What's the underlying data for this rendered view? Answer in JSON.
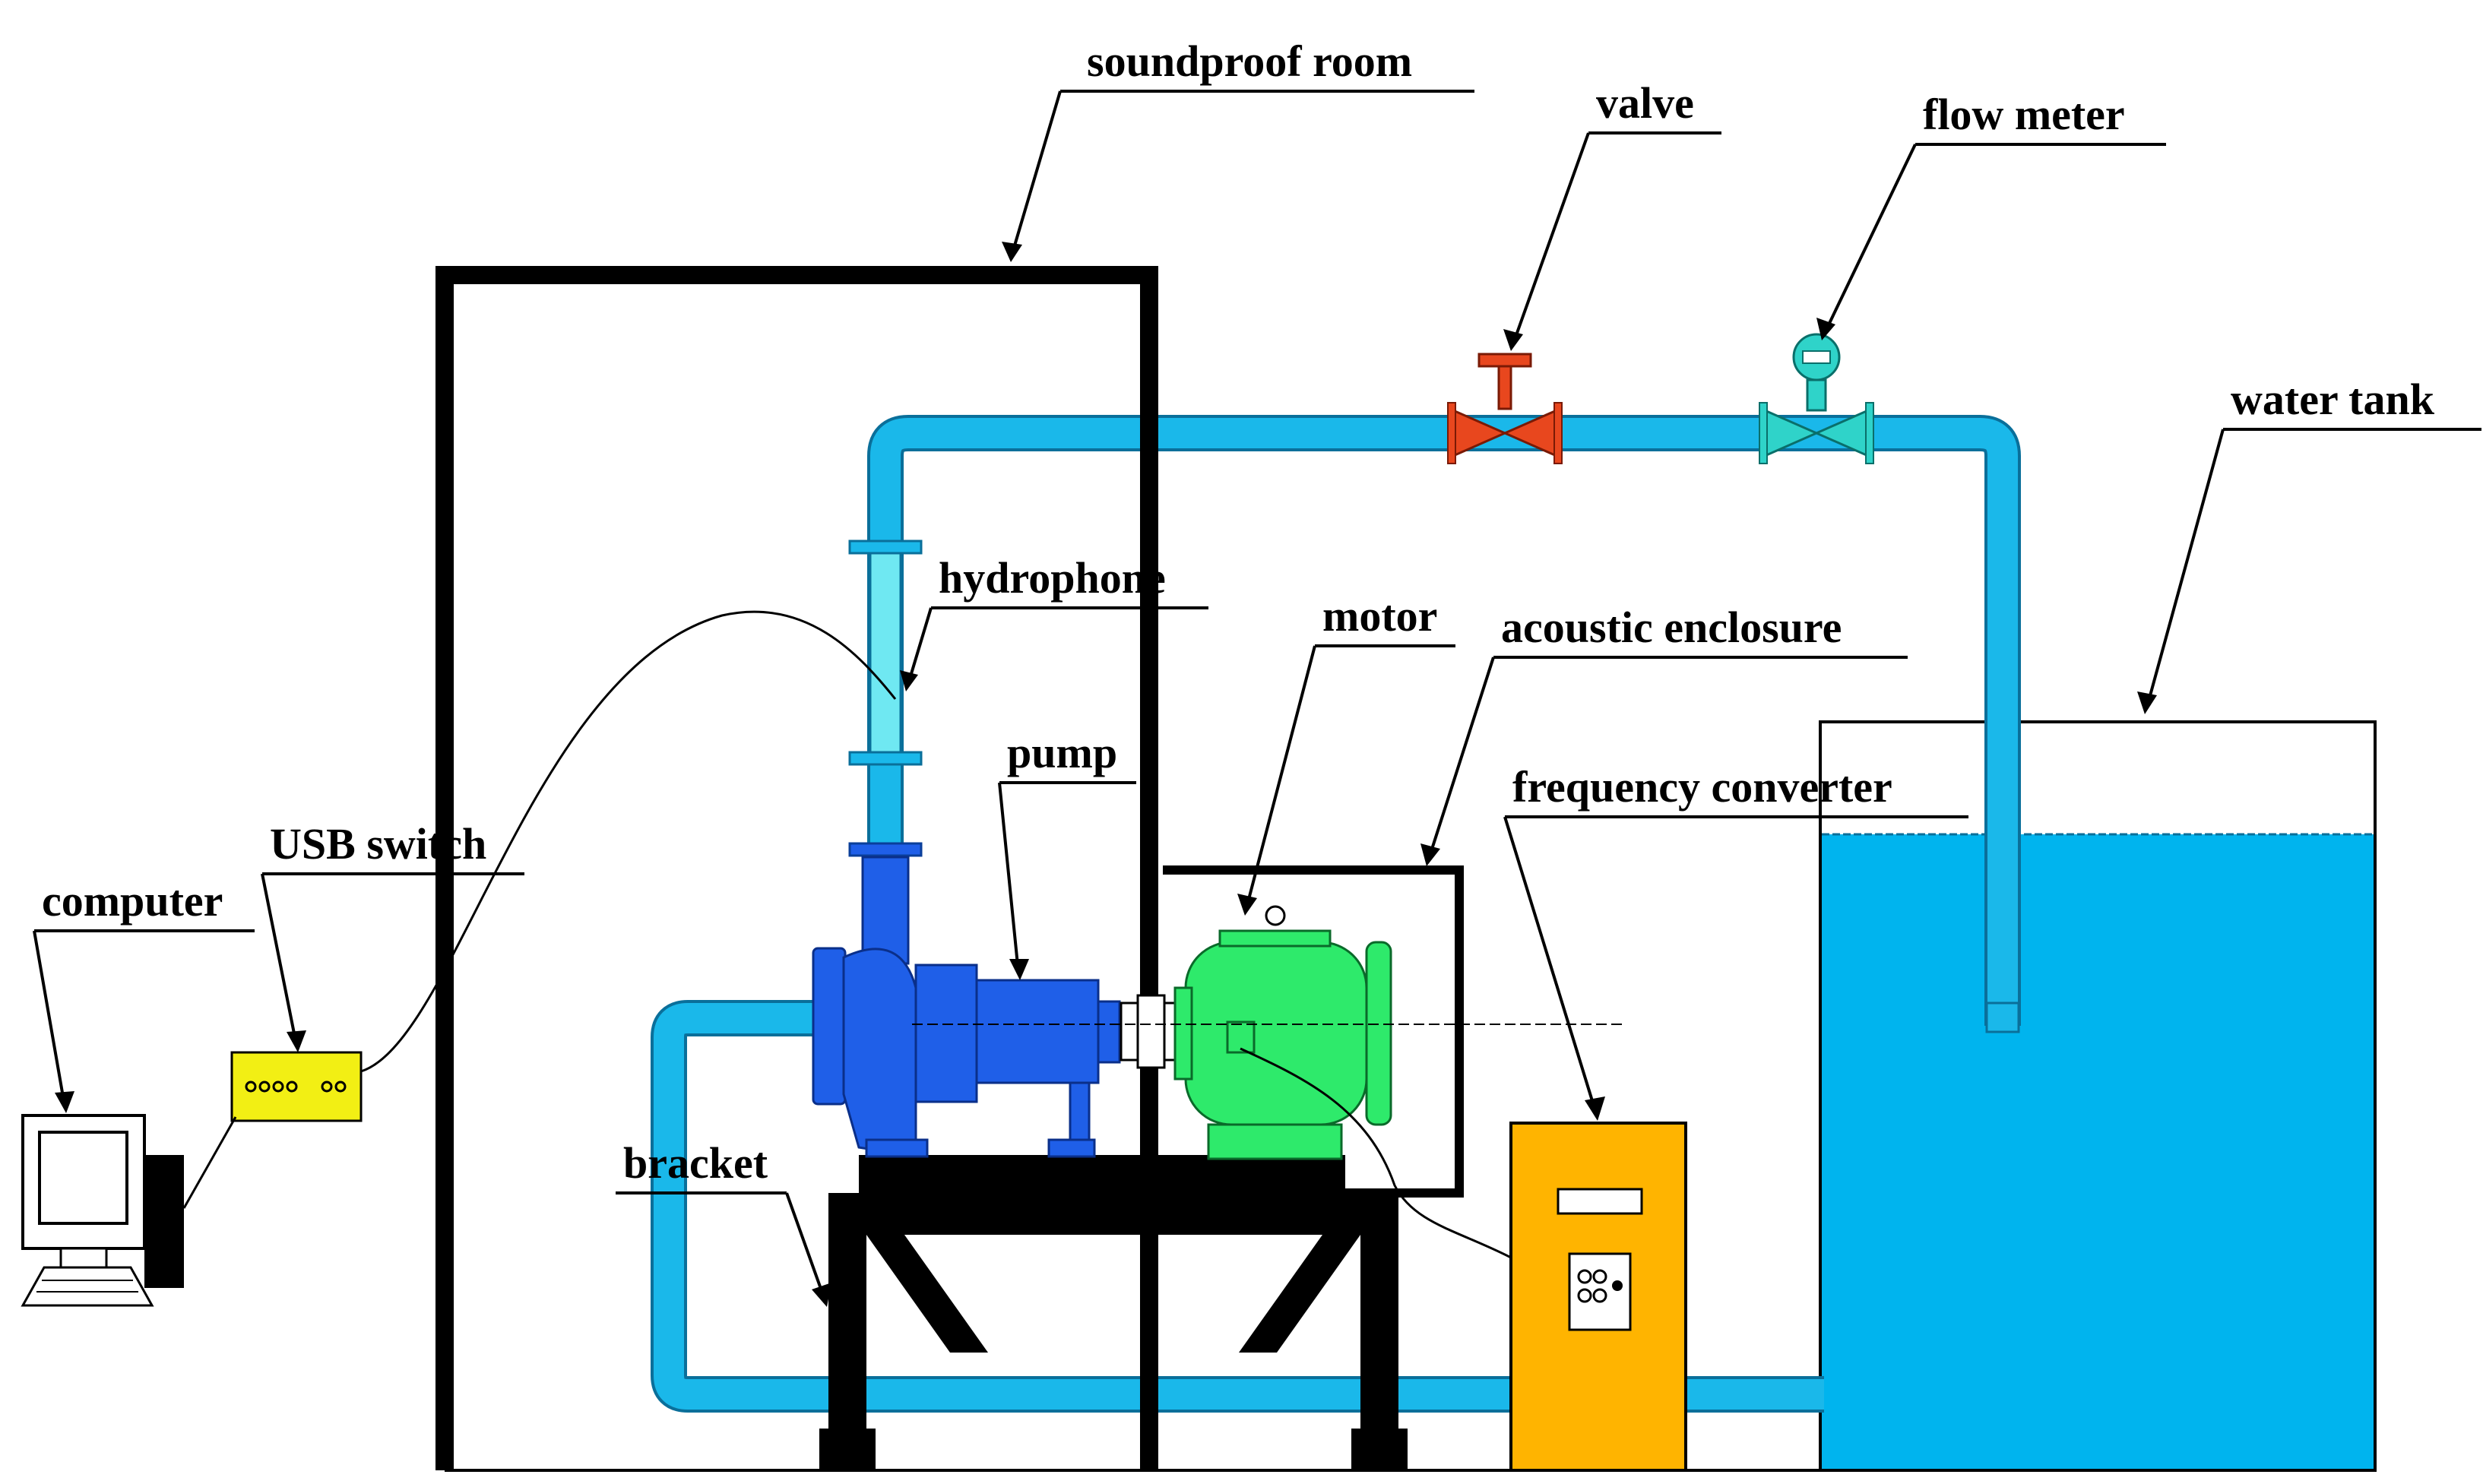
{
  "labels": {
    "soundproof_room": "soundproof room",
    "valve": "valve",
    "flow_meter": "flow meter",
    "water_tank": "water tank",
    "hydrophone": "hydrophone",
    "motor": "motor",
    "acoustic_enclosure": "acoustic enclosure",
    "pump": "pump",
    "frequency_converter": "frequency converter",
    "usb_switch": "USB switch",
    "computer": "computer",
    "bracket": "bracket"
  },
  "colors": {
    "pipe": "#1ab8ea",
    "pipe_edge": "#0a6f9a",
    "hydrophone_pipe": "#6fe8f2",
    "pump": "#1f5fe8",
    "motor": "#2eea6b",
    "valve": "#e8471e",
    "flow_meter": "#2fd3c9",
    "converter": "#ffb400",
    "usb_switch": "#f2ef14",
    "water": "#00b4ee",
    "frame": "#000000"
  },
  "icons": {
    "computer": "computer-icon",
    "usb_switch": "usb-switch-icon"
  }
}
